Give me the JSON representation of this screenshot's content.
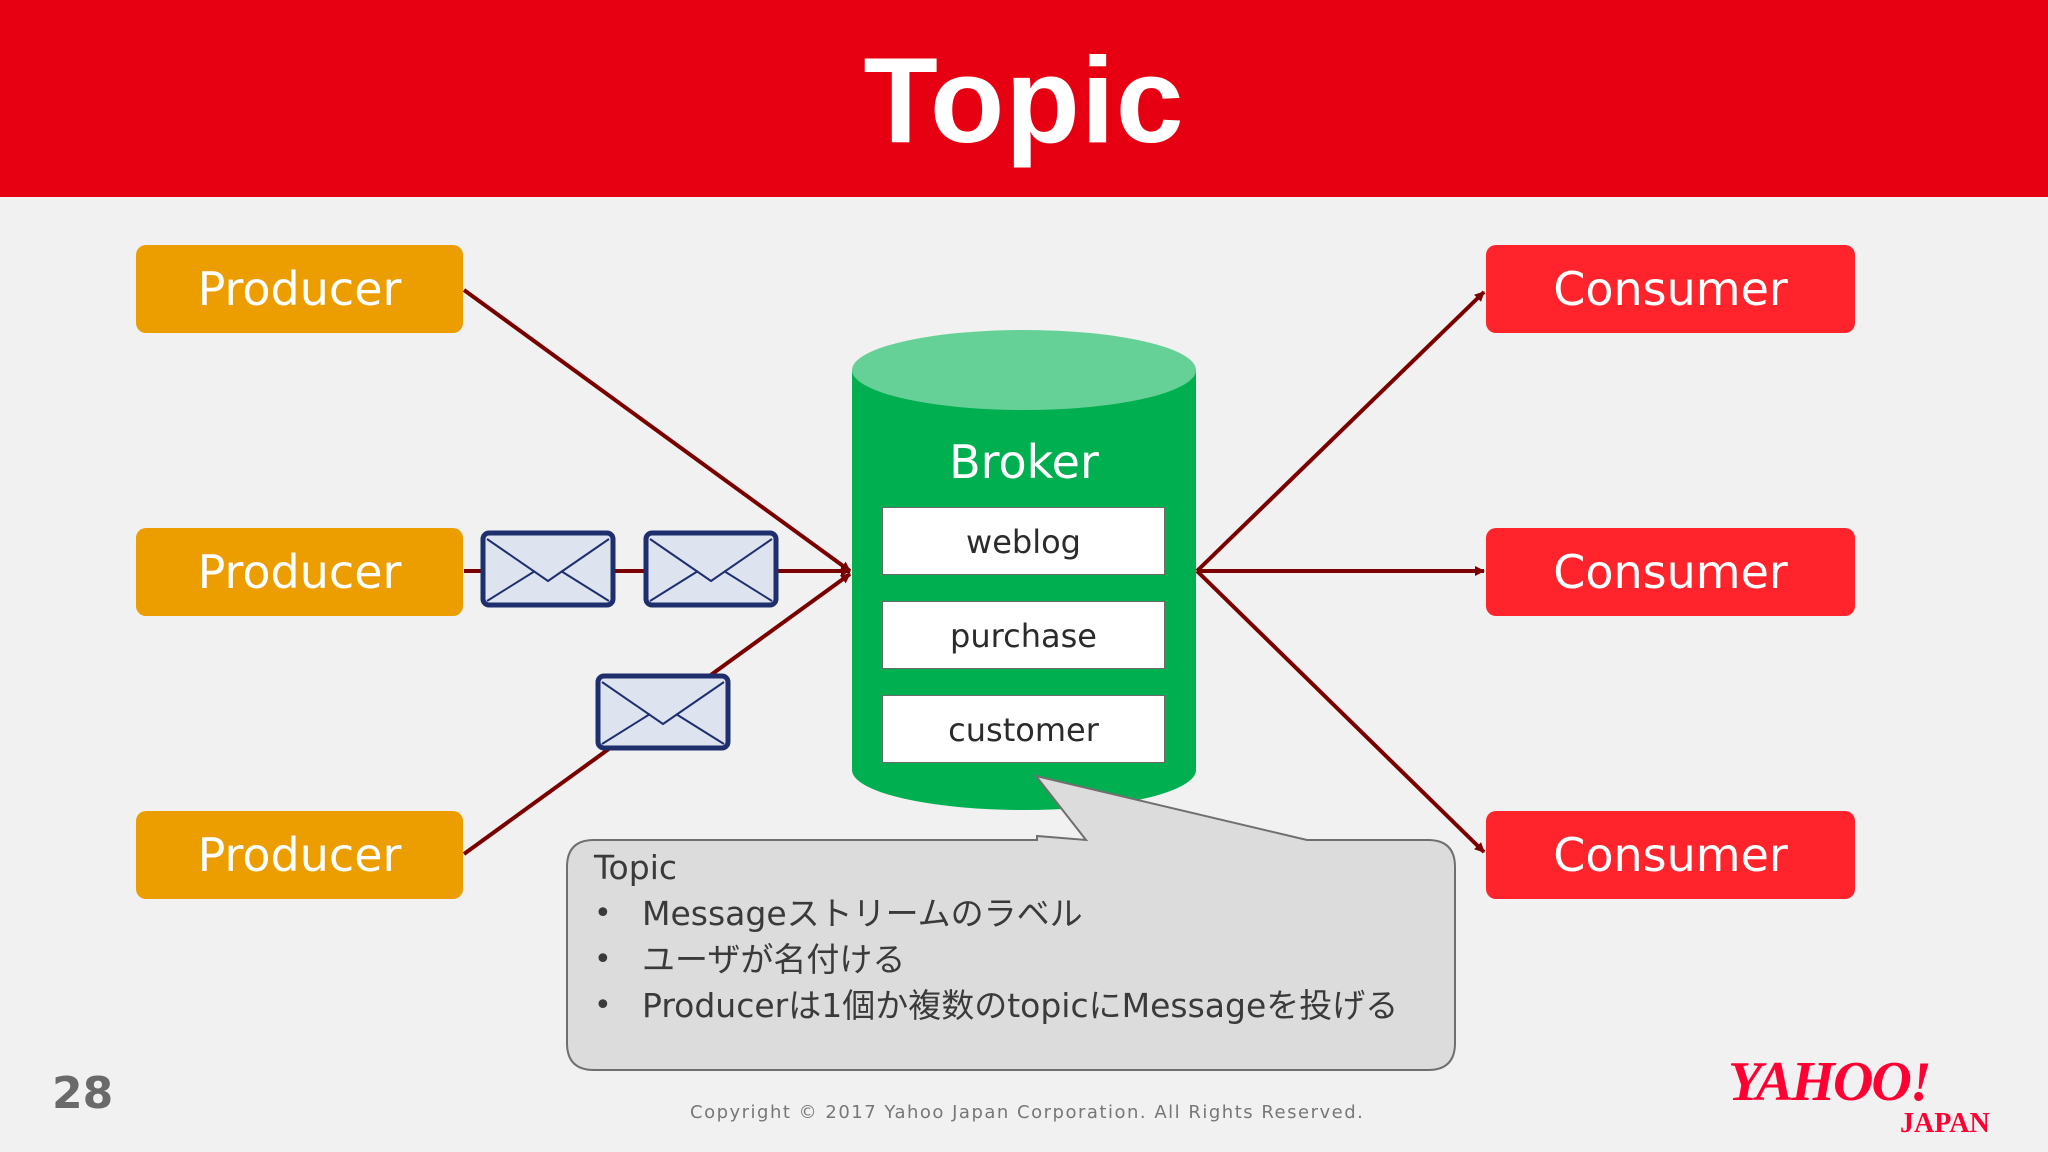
{
  "slide": {
    "title": "Topic",
    "page_number": "28",
    "copyright": "Copyright © 2017   Yahoo Japan Corporation. All Rights Reserved.",
    "logo_text": "YAHOO! JAPAN"
  },
  "producers": [
    "Producer",
    "Producer",
    "Producer"
  ],
  "consumers": [
    "Consumer",
    "Consumer",
    "Consumer"
  ],
  "broker": {
    "label": "Broker",
    "topics": [
      "weblog",
      "purchase",
      "customer"
    ]
  },
  "callout": {
    "heading": "Topic",
    "bullets": [
      "Messageストリームのラベル",
      "ユーザが名付ける",
      "Producerは1個か複数のtopicにMessageを投げる"
    ]
  },
  "colors": {
    "header": "#e60012",
    "producer": "#ec9d00",
    "consumer": "#ff232b",
    "broker": "#00b050",
    "broker_top": "#66d197",
    "arrow": "#7a0000",
    "envelope_border": "#1f2f6e"
  },
  "icons": [
    "envelope-icon"
  ]
}
